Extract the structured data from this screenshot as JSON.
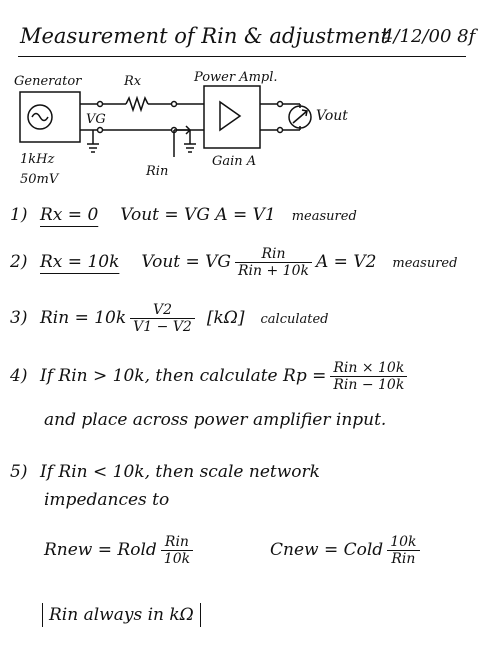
{
  "header": {
    "title": "Measurement of Rin & adjustment",
    "date": "4/12/00 8f"
  },
  "diagram": {
    "generator_label": "Generator",
    "rx_label": "Rx",
    "power_amp_label": "Power Ampl.",
    "vg_label": "VG",
    "vout_label": "Vout",
    "freq_label": "1kHz",
    "level_label": "50mV",
    "rin_label": "Rin",
    "gain_label": "Gain A"
  },
  "steps": {
    "s1": {
      "num": "1)",
      "cond": "Rx = 0",
      "eq": "Vout = VG A = V1",
      "note": "measured"
    },
    "s2": {
      "num": "2)",
      "cond": "Rx = 10k",
      "lhs": "Vout = VG",
      "frac_n": "Rin",
      "frac_d": "Rin + 10k",
      "rhs": "A = V2",
      "note": "measured"
    },
    "s3": {
      "num": "3)",
      "lhs": "Rin = 10k",
      "frac_n": "V2",
      "frac_d": "V1 − V2",
      "unit": "[kΩ]",
      "note": "calculated"
    },
    "s4": {
      "num": "4)",
      "text": "If Rin > 10k, then calculate Rp =",
      "frac_n": "Rin × 10k",
      "frac_d": "Rin − 10k",
      "line2": "and place across power amplifier input."
    },
    "s5": {
      "num": "5)",
      "text": "If Rin < 10k, then scale network",
      "line2": "impedances to",
      "rnew_lhs": "Rnew = Rold",
      "rnew_n": "Rin",
      "rnew_d": "10k",
      "cnew_lhs": "Cnew = Cold",
      "cnew_n": "10k",
      "cnew_d": "Rin"
    },
    "footer": "Rin always in kΩ"
  }
}
